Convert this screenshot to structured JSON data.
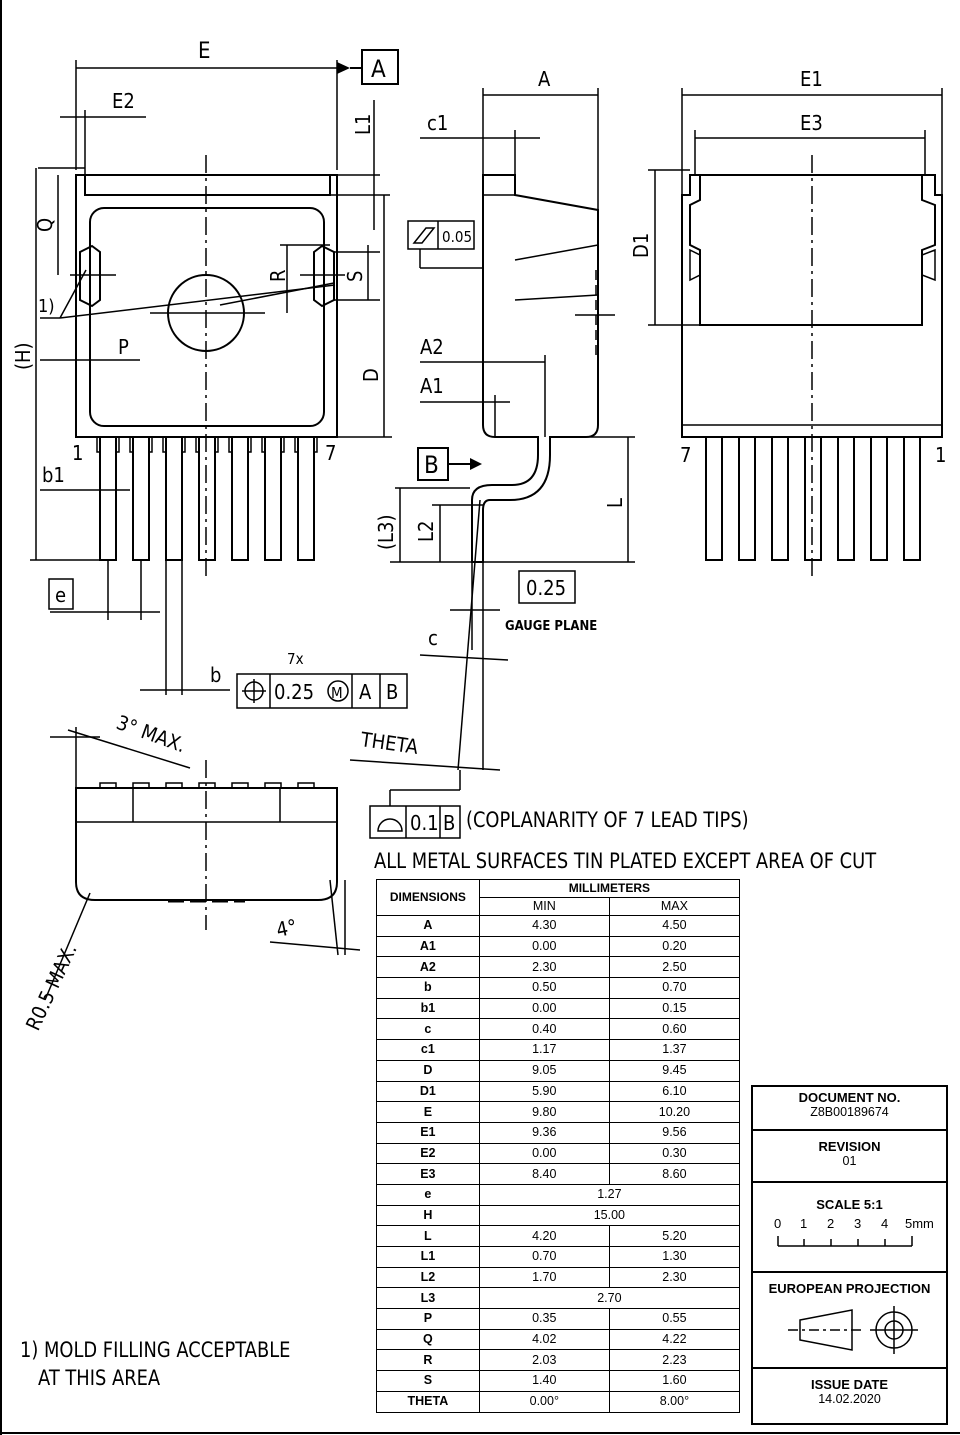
{
  "views": {
    "top": {
      "labels": [
        "E",
        "E2",
        "L1",
        "Q",
        "R",
        "S",
        "1)",
        "P",
        "(H)",
        "D",
        "b1",
        "e",
        "b"
      ],
      "datum_a": "A",
      "pin_first": "1",
      "pin_last": "7"
    },
    "side": {
      "labels": [
        "A",
        "c1",
        "A2",
        "A1",
        "L",
        "(L3)",
        "L2",
        "c"
      ],
      "flatness": "0.05",
      "datum_b": "B",
      "gauge_value": "0.25",
      "gauge_label": "GAUGE PLANE",
      "theta": "THETA"
    },
    "bottom": {
      "labels": [
        "E1",
        "E3",
        "D1"
      ],
      "pin_first": "7",
      "pin_last": "1"
    },
    "front": {
      "draft": "3° MAX.",
      "radius": "R0.5 MAX.",
      "angle": "4°"
    },
    "position_tol": {
      "count": "7x",
      "value": "0.25",
      "modifier": "M",
      "datum1": "A",
      "datum2": "B"
    },
    "coplanarity": {
      "value": "0.1",
      "datum": "B",
      "text": "(COPLANARITY OF 7 LEAD TIPS)"
    }
  },
  "notes": {
    "plating": "ALL METAL SURFACES TIN PLATED EXCEPT AREA OF CUT",
    "footnote_line1": "1) MOLD FILLING ACCEPTABLE",
    "footnote_line2": "AT THIS AREA"
  },
  "table": {
    "header_dimensions": "DIMENSIONS",
    "header_unit": "MILLIMETERS",
    "header_min": "MIN",
    "header_max": "MAX",
    "rows": [
      {
        "name": "A",
        "min": "4.30",
        "max": "4.50"
      },
      {
        "name": "A1",
        "min": "0.00",
        "max": "0.20"
      },
      {
        "name": "A2",
        "min": "2.30",
        "max": "2.50"
      },
      {
        "name": "b",
        "min": "0.50",
        "max": "0.70"
      },
      {
        "name": "b1",
        "min": "0.00",
        "max": "0.15"
      },
      {
        "name": "c",
        "min": "0.40",
        "max": "0.60"
      },
      {
        "name": "c1",
        "min": "1.17",
        "max": "1.37"
      },
      {
        "name": "D",
        "min": "9.05",
        "max": "9.45"
      },
      {
        "name": "D1",
        "min": "5.90",
        "max": "6.10"
      },
      {
        "name": "E",
        "min": "9.80",
        "max": "10.20"
      },
      {
        "name": "E1",
        "min": "9.36",
        "max": "9.56"
      },
      {
        "name": "E2",
        "min": "0.00",
        "max": "0.30"
      },
      {
        "name": "E3",
        "min": "8.40",
        "max": "8.60"
      },
      {
        "name": "e",
        "nom": "1.27"
      },
      {
        "name": "H",
        "nom": "15.00"
      },
      {
        "name": "L",
        "min": "4.20",
        "max": "5.20"
      },
      {
        "name": "L1",
        "min": "0.70",
        "max": "1.30"
      },
      {
        "name": "L2",
        "min": "1.70",
        "max": "2.30"
      },
      {
        "name": "L3",
        "nom": "2.70"
      },
      {
        "name": "P",
        "min": "0.35",
        "max": "0.55"
      },
      {
        "name": "Q",
        "min": "4.02",
        "max": "4.22"
      },
      {
        "name": "R",
        "min": "2.03",
        "max": "2.23"
      },
      {
        "name": "S",
        "min": "1.40",
        "max": "1.60"
      },
      {
        "name": "THETA",
        "min": "0.00°",
        "max": "8.00°"
      }
    ]
  },
  "title_block": {
    "doc_label": "DOCUMENT NO.",
    "doc_value": "Z8B00189674",
    "rev_label": "REVISION",
    "rev_value": "01",
    "scale_label": "SCALE  5:1",
    "scale_ticks": [
      "0",
      "1",
      "2",
      "3",
      "4",
      "5mm"
    ],
    "projection_label": "EUROPEAN PROJECTION",
    "issue_label": "ISSUE DATE",
    "issue_value": "14.02.2020"
  }
}
